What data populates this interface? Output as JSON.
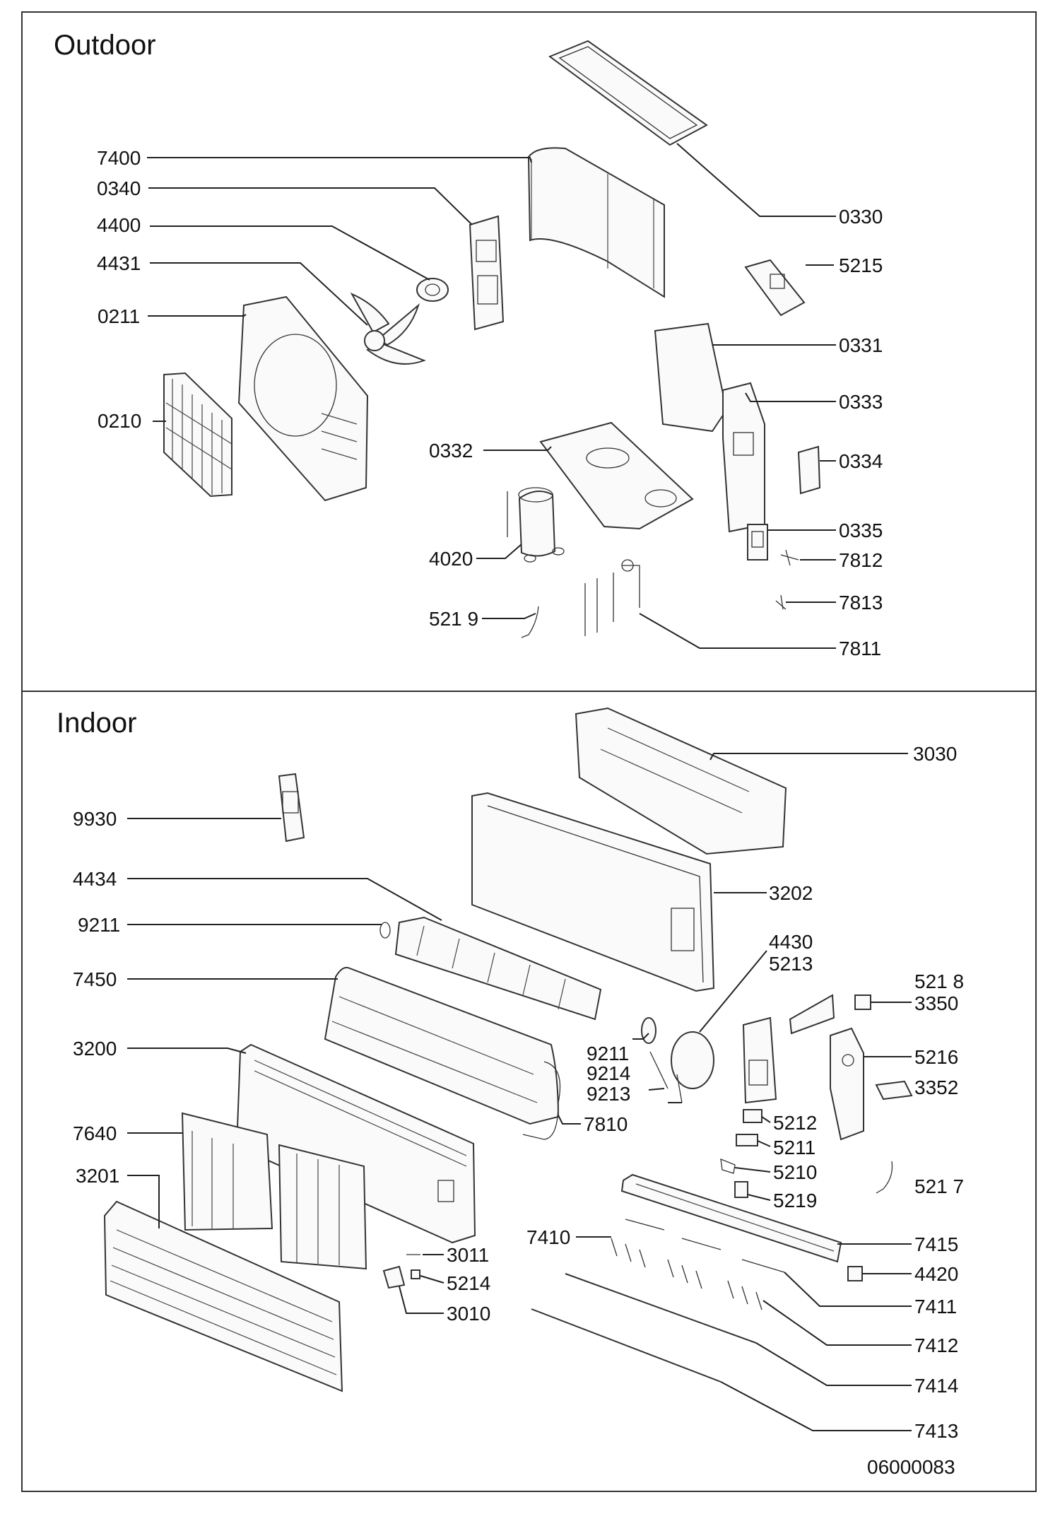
{
  "sections": {
    "outdoor_title": "Outdoor",
    "indoor_title": "Indoor"
  },
  "outdoor_labels": {
    "l7400": "7400",
    "l0340": "0340",
    "l4400": "4400",
    "l4431": "4431",
    "l0211": "0211",
    "l0210": "0210",
    "l0332": "0332",
    "l4020": "4020",
    "l5219": "521 9",
    "l0330": "0330",
    "l5215": "5215",
    "l0331": "0331",
    "l0333": "0333",
    "l0334": "0334",
    "l0335": "0335",
    "l7812": "7812",
    "l7813": "7813",
    "l7811": "7811"
  },
  "indoor_labels": {
    "l9930": "9930",
    "l4434": "4434",
    "l9211a": "9211",
    "l7450": "7450",
    "l3200": "3200",
    "l7640": "7640",
    "l3201": "3201",
    "l7410": "7410",
    "l3030": "3030",
    "l3202": "3202",
    "l4430": "4430",
    "l5213": "5213",
    "l5218": "521 8",
    "l3350": "3350",
    "l9211b": "9211",
    "l9214": "9214",
    "l9213": "9213",
    "l7810": "7810",
    "l5216": "5216",
    "l3352": "3352",
    "l5212": "5212",
    "l5211": "5211",
    "l5210": "5210",
    "l5219": "5219",
    "l5217": "521 7",
    "l3011": "3011",
    "l5214": "5214",
    "l3010": "3010",
    "l7415": "7415",
    "l4420": "4420",
    "l7411": "7411",
    "l7412": "7412",
    "l7414": "7414",
    "l7413": "7413"
  },
  "footer": {
    "drawing_number": "06000083"
  }
}
